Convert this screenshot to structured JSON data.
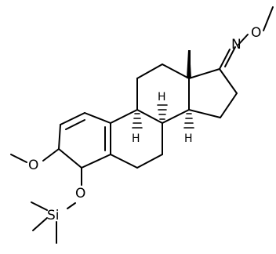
{
  "diagram": {
    "type": "chemical-structure",
    "atom_labels": {
      "n_imine": "N",
      "o_oxime": "O",
      "o_methoxy": "O",
      "o_silyl": "O",
      "si": "Si"
    },
    "stereo_hydrogens": {
      "h_c9": "H",
      "h_c8": "H",
      "h_c14": "H"
    },
    "colors": {
      "bond": "#000000",
      "text": "#000000",
      "background": "#ffffff"
    }
  }
}
